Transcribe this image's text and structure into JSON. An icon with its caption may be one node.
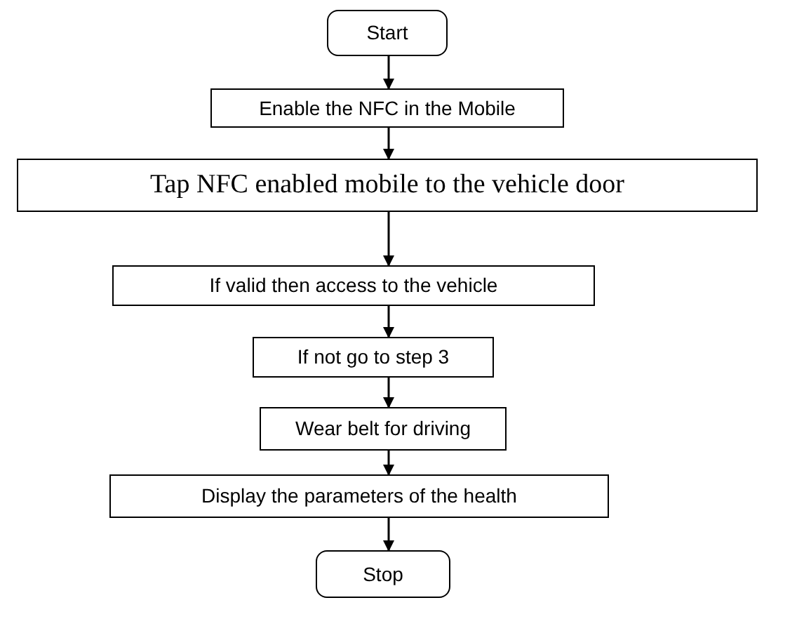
{
  "diagram": {
    "nodes": [
      {
        "text": [
          "Start"
        ]
      },
      {
        "text": [
          "Enable the NFC in the Mobile"
        ]
      },
      {
        "text": [
          "Tap NFC enabled mobile to the vehicle door"
        ]
      },
      {
        "text": [
          "If valid then access to the vehicle"
        ]
      },
      {
        "text": [
          "If not go to step 3"
        ]
      },
      {
        "text": [
          "Wear belt for driving"
        ]
      },
      {
        "text": [
          "Display the parameters of the health"
        ]
      },
      {
        "text": [
          "Stop"
        ]
      }
    ],
    "edges": [
      {
        "from": 0,
        "to": 1,
        "arrow": "to"
      },
      {
        "from": 1,
        "to": 2,
        "arrow": "to"
      },
      {
        "from": 2,
        "to": 3,
        "arrow": "to"
      },
      {
        "from": 3,
        "to": 4,
        "arrow": "to"
      },
      {
        "from": 4,
        "to": 5,
        "arrow": "to"
      },
      {
        "from": 5,
        "to": 6,
        "arrow": "to"
      },
      {
        "from": 6,
        "to": 7,
        "arrow": "to"
      }
    ]
  }
}
